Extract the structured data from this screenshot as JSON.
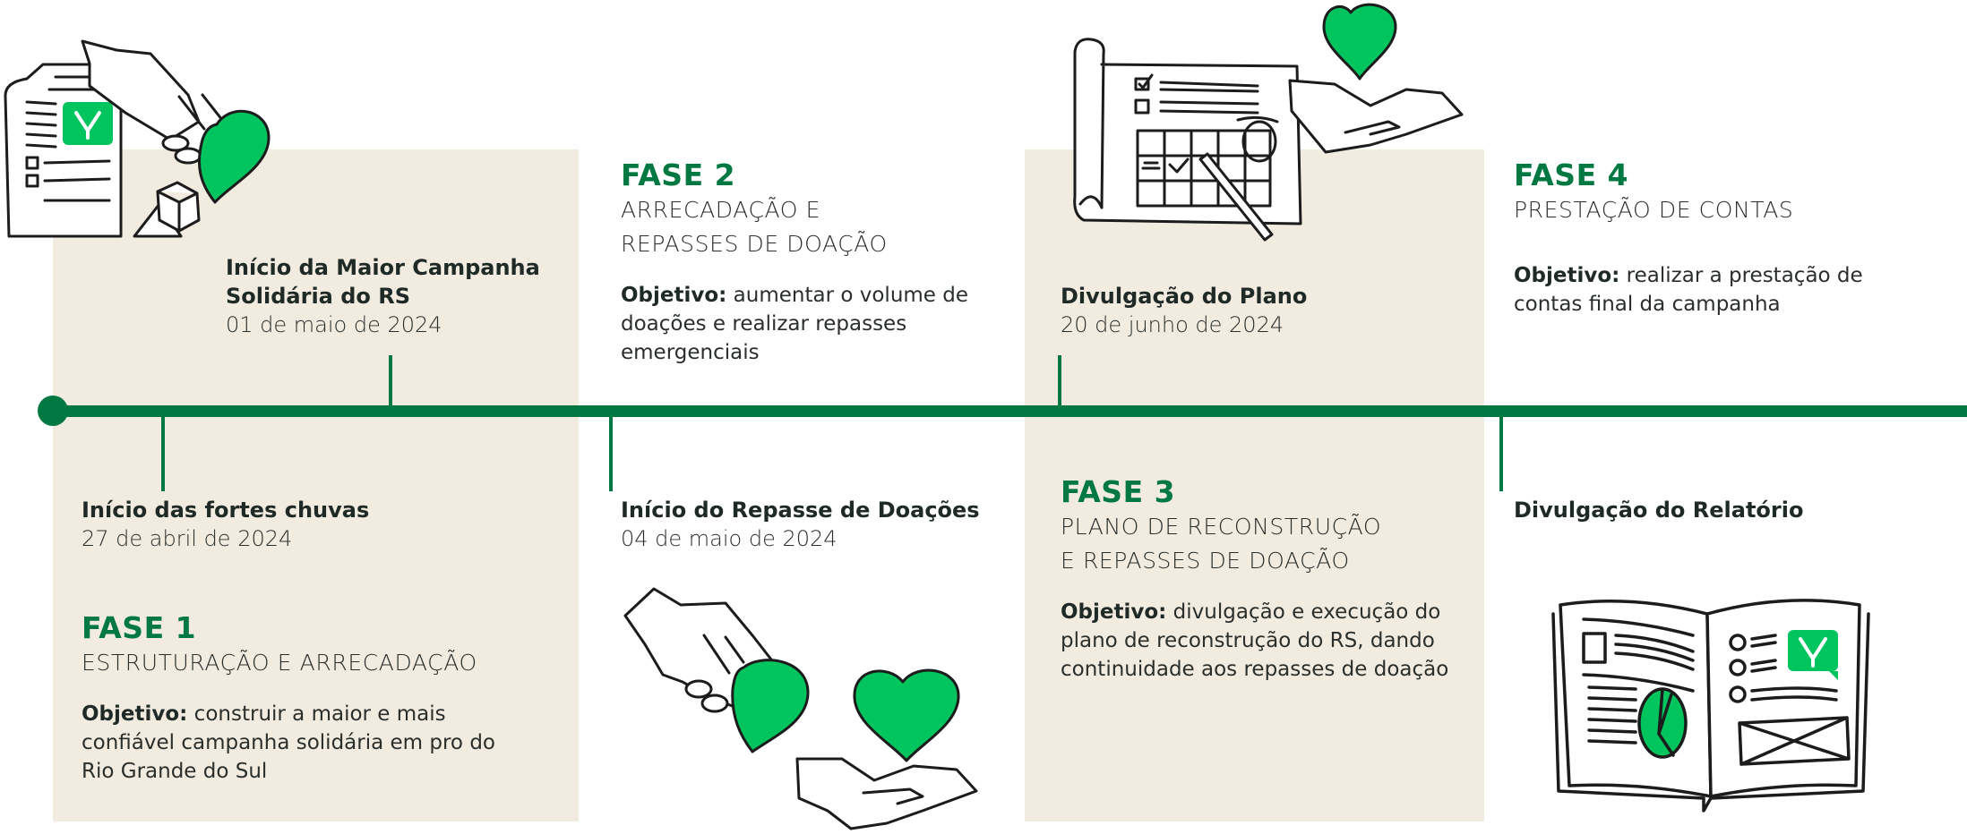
{
  "colors": {
    "timeline": "#007841",
    "accent_green": "#00c55e",
    "panel_bg": "#f2ebe0",
    "text_dark": "#1f2a26",
    "outline": "#1c1c1c"
  },
  "timeline": {
    "events": [
      {
        "title": "Início das fortes chuvas",
        "date": "27 de abril de 2024",
        "position": "below"
      },
      {
        "title": "Início da Maior Campanha Solidária do RS",
        "title_line1": "Início da Maior Campanha",
        "title_line2": "Solidária do RS",
        "date": "01 de maio de 2024",
        "position": "above"
      },
      {
        "title": "Início do Repasse de Doações",
        "date": "04 de maio de 2024",
        "position": "below"
      },
      {
        "title": "Divulgação do Plano",
        "date": "20 de junho de 2024",
        "position": "above"
      },
      {
        "title": "Divulgação do Relatório",
        "position": "below"
      }
    ]
  },
  "phases": [
    {
      "title": "FASE 1",
      "subtitle": "ESTRUTURAÇÃO E ARRECADAÇÃO",
      "objective_label": "Objetivo:",
      "objective_text": " construir a maior e mais confiável campanha solidária em pro do Rio Grande do Sul"
    },
    {
      "title": "FASE 2",
      "subtitle_line1": "ARRECADAÇÃO E",
      "subtitle_line2": "REPASSES DE DOAÇÃO",
      "objective_label": "Objetivo:",
      "objective_text": " aumentar o volume de doações e realizar repasses emergenciais"
    },
    {
      "title": "FASE 3",
      "subtitle_line1": "PLANO DE RECONSTRUÇÃO",
      "subtitle_line2": "E REPASSES DE DOAÇÃO",
      "objective_label": "Objetivo:",
      "objective_text": " divulgação e execução do plano de reconstrução do RS, dando continuidade aos repasses de doação"
    },
    {
      "title": "FASE 4",
      "subtitle": "PRESTAÇÃO DE CONTAS",
      "objective_label": "Objetivo:",
      "objective_text": " realizar a prestação de contas final da campanha"
    }
  ],
  "illustrations": [
    {
      "name": "document-hand-heart-shapes",
      "position": "top-left"
    },
    {
      "name": "calendar-plan-hand-heart",
      "position": "top-center-right"
    },
    {
      "name": "hands-passing-hearts",
      "position": "bottom-center-left"
    },
    {
      "name": "open-report-book",
      "position": "bottom-right"
    }
  ]
}
